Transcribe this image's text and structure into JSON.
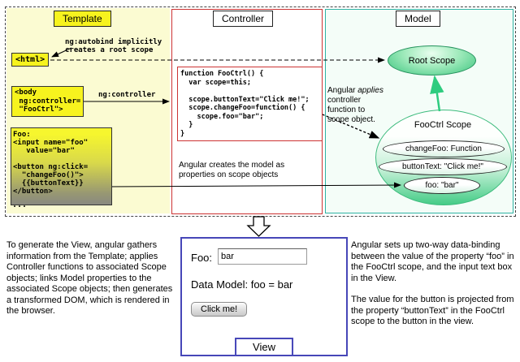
{
  "diagram": {
    "template": {
      "header": "Template",
      "autobind_note": "ng:autobind implicitly\ncreates a root scope",
      "html_tag": "<html>",
      "body_tag": "<body\n ng:controller=\n \"FooCtrl\">",
      "ng_controller_label": "ng:controller",
      "code": "Foo:\n<input name=\"foo\"\n   value=\"bar\"\n\n<button ng:click=\n  \"changeFoo()\">\n  {{buttonText}}\n</button>",
      "ellipsis": "..."
    },
    "controller": {
      "header": "Controller",
      "code": "function FooCtrl() {\n  var scope=this;\n\n  scope.buttonText=\"Click me!\";\n  scope.changeFoo=function() {\n    scope.foo=\"bar\";\n  }\n}",
      "note": "Angular creates the model as\nproperties on scope objects"
    },
    "model": {
      "header": "Model",
      "root_scope_label": "Root Scope",
      "applies_note": {
        "pre": "Angular ",
        "italic": "applies",
        "post": "\ncontroller\nfunction to\nscope object."
      },
      "fooctrl_scope_label": "FooCtrl Scope",
      "prop_changefoo": "changeFoo: Function",
      "prop_buttontext": "buttonText: \"Click me!\"",
      "prop_foo": "foo: \"bar\""
    }
  },
  "bottom": {
    "left_note": "To generate the View, angular gathers information from the Template; applies Controller functions to associated Scope objects; links Model properties to the associated Scope objects; then generates a transformed DOM, which is rendered in the browser.",
    "view": {
      "foo_label": "Foo:",
      "input_value": "bar",
      "data_model_text": "Data Model: foo = bar",
      "button_label": "Click me!",
      "frame_label": "View"
    },
    "right_note_1": "Angular sets up two-way data-binding between the value of the property “foo” in the FooCtrl scope, and the input text box in the View.",
    "right_note_2": "The value for the button is projected from the property “buttonText” in the FooCtrl scope to the button in the view."
  },
  "colors": {
    "template_yellow": "#f7f31e",
    "controller_red": "#cc3333",
    "model_teal": "#2fb3a3",
    "scope_green": "#3bc47e",
    "view_blue": "#4747b8"
  }
}
